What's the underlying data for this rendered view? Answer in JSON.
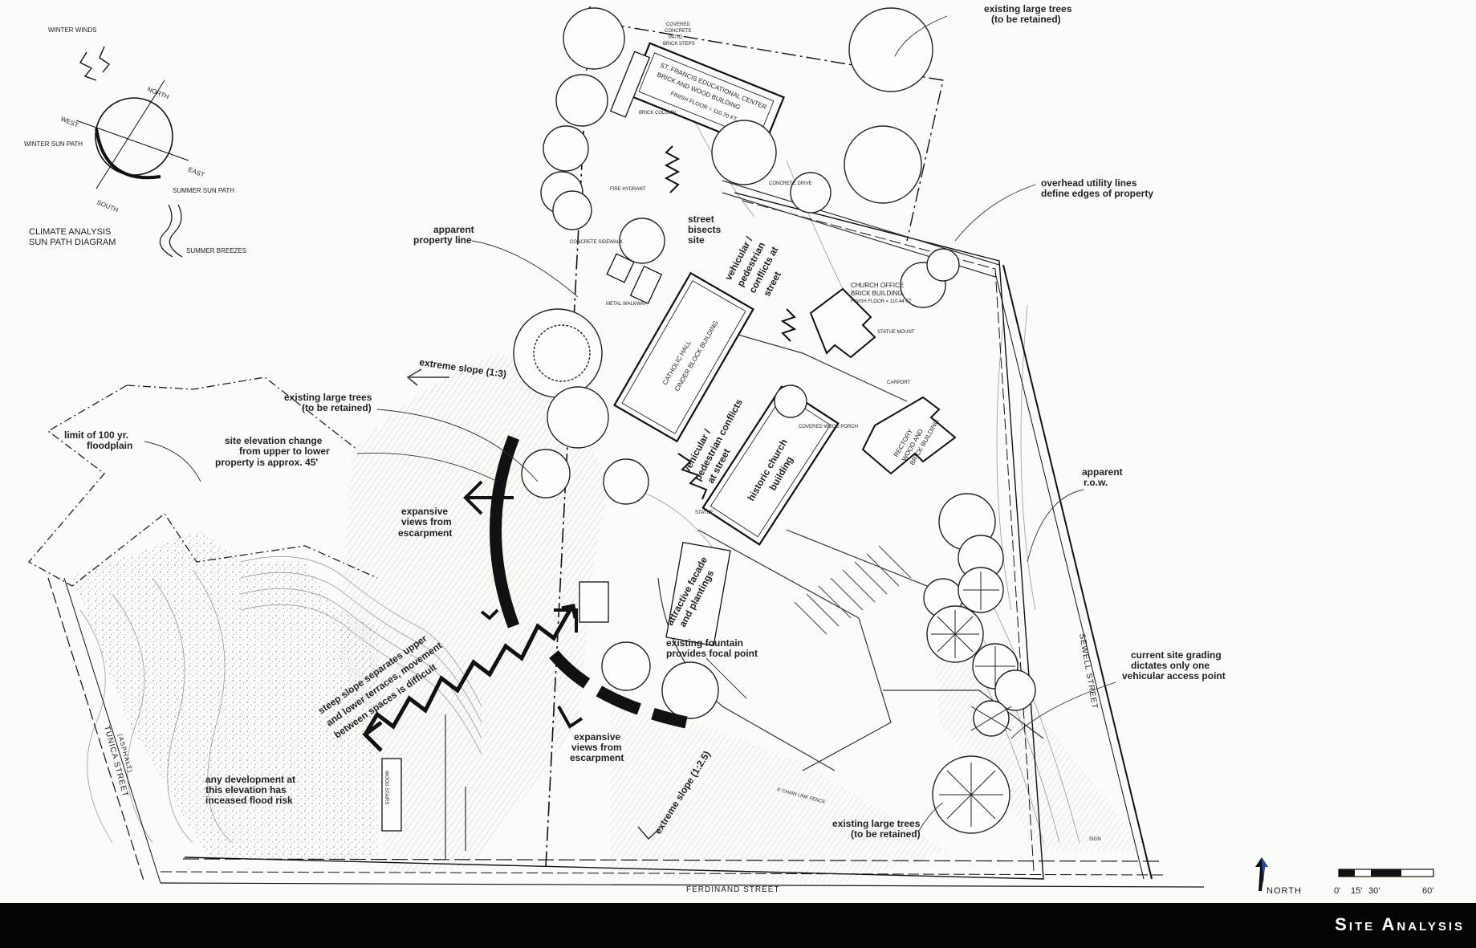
{
  "title_bar": {
    "title": "Site Analysis"
  },
  "climate": {
    "winter_winds": "WINTER WINDS",
    "north": "NORTH",
    "west": "WEST",
    "east": "EAST",
    "south": "SOUTH",
    "winter_sun_path": "WINTER SUN PATH",
    "summer_sun_path": "SUMMER SUN PATH",
    "summer_breezes": "SUMMER BREEZES",
    "diagram_title_1": "CLIMATE ANALYSIS",
    "diagram_title_2": "SUN PATH DIAGRAM"
  },
  "buildings": {
    "educational_center_1": "ST. FRANCIS EDUCATIONAL CENTER",
    "educational_center_2": "BRICK AND WOOD BUILDING",
    "educational_center_3": "FINISH FLOOR = 110.70 FT.",
    "catholic_hall_1": "CATHOLIC HALL",
    "catholic_hall_2": "CINDER BLOCK BUILDING",
    "church_office_1": "CHURCH OFFICE",
    "church_office_2": "BRICK BUILDING",
    "church_office_3": "FINISH FLOOR = 110.44 FT",
    "rectory_1": "RECTORY",
    "rectory_2": "WOOD AND",
    "rectory_3": "BRICK BUILDING",
    "historic_church_1": "historic church",
    "historic_church_2": "building"
  },
  "annotations": {
    "existing_trees_top_1": "existing large trees",
    "existing_trees_top_2": "(to be retained)",
    "overhead_utility_1": "overhead utility lines",
    "overhead_utility_2": "define edges of property",
    "apparent_property_line_1": "apparent",
    "apparent_property_line_2": "property line",
    "street_bisects_1": "street",
    "street_bisects_2": "bisects",
    "street_bisects_3": "site",
    "vehicular_top_1": "vehicular /",
    "vehicular_top_2": "pedestrian",
    "vehicular_top_3": "conflicts at",
    "vehicular_top_4": "street",
    "extreme_slope_1_3": "extreme slope (1:3)",
    "existing_trees_mid_1": "existing large trees",
    "existing_trees_mid_2": "(to be retained)",
    "limit_floodplain_1": "limit of 100 yr.",
    "limit_floodplain_2": "floodplain",
    "site_elev_1": "site elevation change",
    "site_elev_2": "from upper to lower",
    "site_elev_3": "property is approx. 45'",
    "expansive_views_1": "expansive",
    "expansive_views_2": "views from",
    "expansive_views_3": "escarpment",
    "vehicular_mid_1": "vehicular /",
    "vehicular_mid_2": "pedestrian conflicts",
    "vehicular_mid_3": "at street",
    "apparent_row_1": "apparent",
    "apparent_row_2": "r.o.w.",
    "attractive_facade_1": "attractive facade",
    "attractive_facade_2": "and plantings",
    "existing_fountain_1": "existing fountain",
    "existing_fountain_2": "provides focal point",
    "current_grading_1": "current site grading",
    "current_grading_2": "dictates only one",
    "current_grading_3": "vehicular access point",
    "steep_slope_1": "steep slope separates upper",
    "steep_slope_2": "and lower terraces, movement",
    "steep_slope_3": "between spaces is difficult",
    "expansive_views_low_1": "expansive",
    "expansive_views_low_2": "views from",
    "expansive_views_low_3": "escarpment",
    "extreme_slope_1_2_5": "extreme slope (1:2.5)",
    "any_development_1": "any development at",
    "any_development_2": "this elevation has",
    "any_development_3": "inceased flood risk",
    "existing_trees_bottom_1": "existing large trees",
    "existing_trees_bottom_2": "(to be retained)"
  },
  "small_labels": {
    "covered_patio_1": "COVERED",
    "covered_patio_2": "CONCRETE",
    "covered_patio_3": "PATIO",
    "brick_steps": "BRICK STEPS",
    "brick_column": "BRICK COLUMN",
    "fire_hydrant": "FIRE HYDRANT",
    "concrete_sidewalk": "CONCRETE SIDEWALK",
    "concrete_drive": "CONCRETE DRIVE",
    "metal_walkway": "METAL WALKWAY",
    "statue_mount": "STATUE MOUNT",
    "carport": "CARPORT",
    "covered_wood_porch": "COVERED WOOD PORCH",
    "statue": "STATUE",
    "chain_link_fence": "6' CHAIN LINK FENCE",
    "sign": "SIGN",
    "wood_stairs": "WOOD STAIRS"
  },
  "roads": {
    "sewell_street": "SEWELL STREET",
    "tunica_street_1": "TUNICA STREET",
    "tunica_street_2": "(ASPHALT)",
    "ferdinand_street": "FERDINAND STREET"
  },
  "legend": {
    "north": "NORTH",
    "scale_0": "0'",
    "scale_15": "15'",
    "scale_30": "30'",
    "scale_60": "60'"
  }
}
